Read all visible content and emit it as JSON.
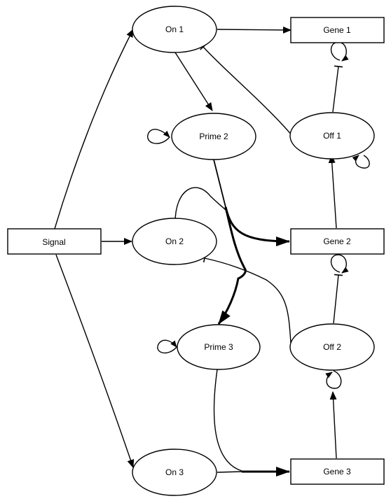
{
  "nodes": {
    "signal": "Signal",
    "on1": "On 1",
    "on2": "On 2",
    "on3": "On 3",
    "prime2": "Prime 2",
    "prime3": "Prime 3",
    "off1": "Off 1",
    "off2": "Off 2",
    "gene1": "Gene 1",
    "gene2": "Gene 2",
    "gene3": "Gene 3"
  },
  "colors": {
    "stroke": "#000000",
    "fill": "#ffffff"
  }
}
